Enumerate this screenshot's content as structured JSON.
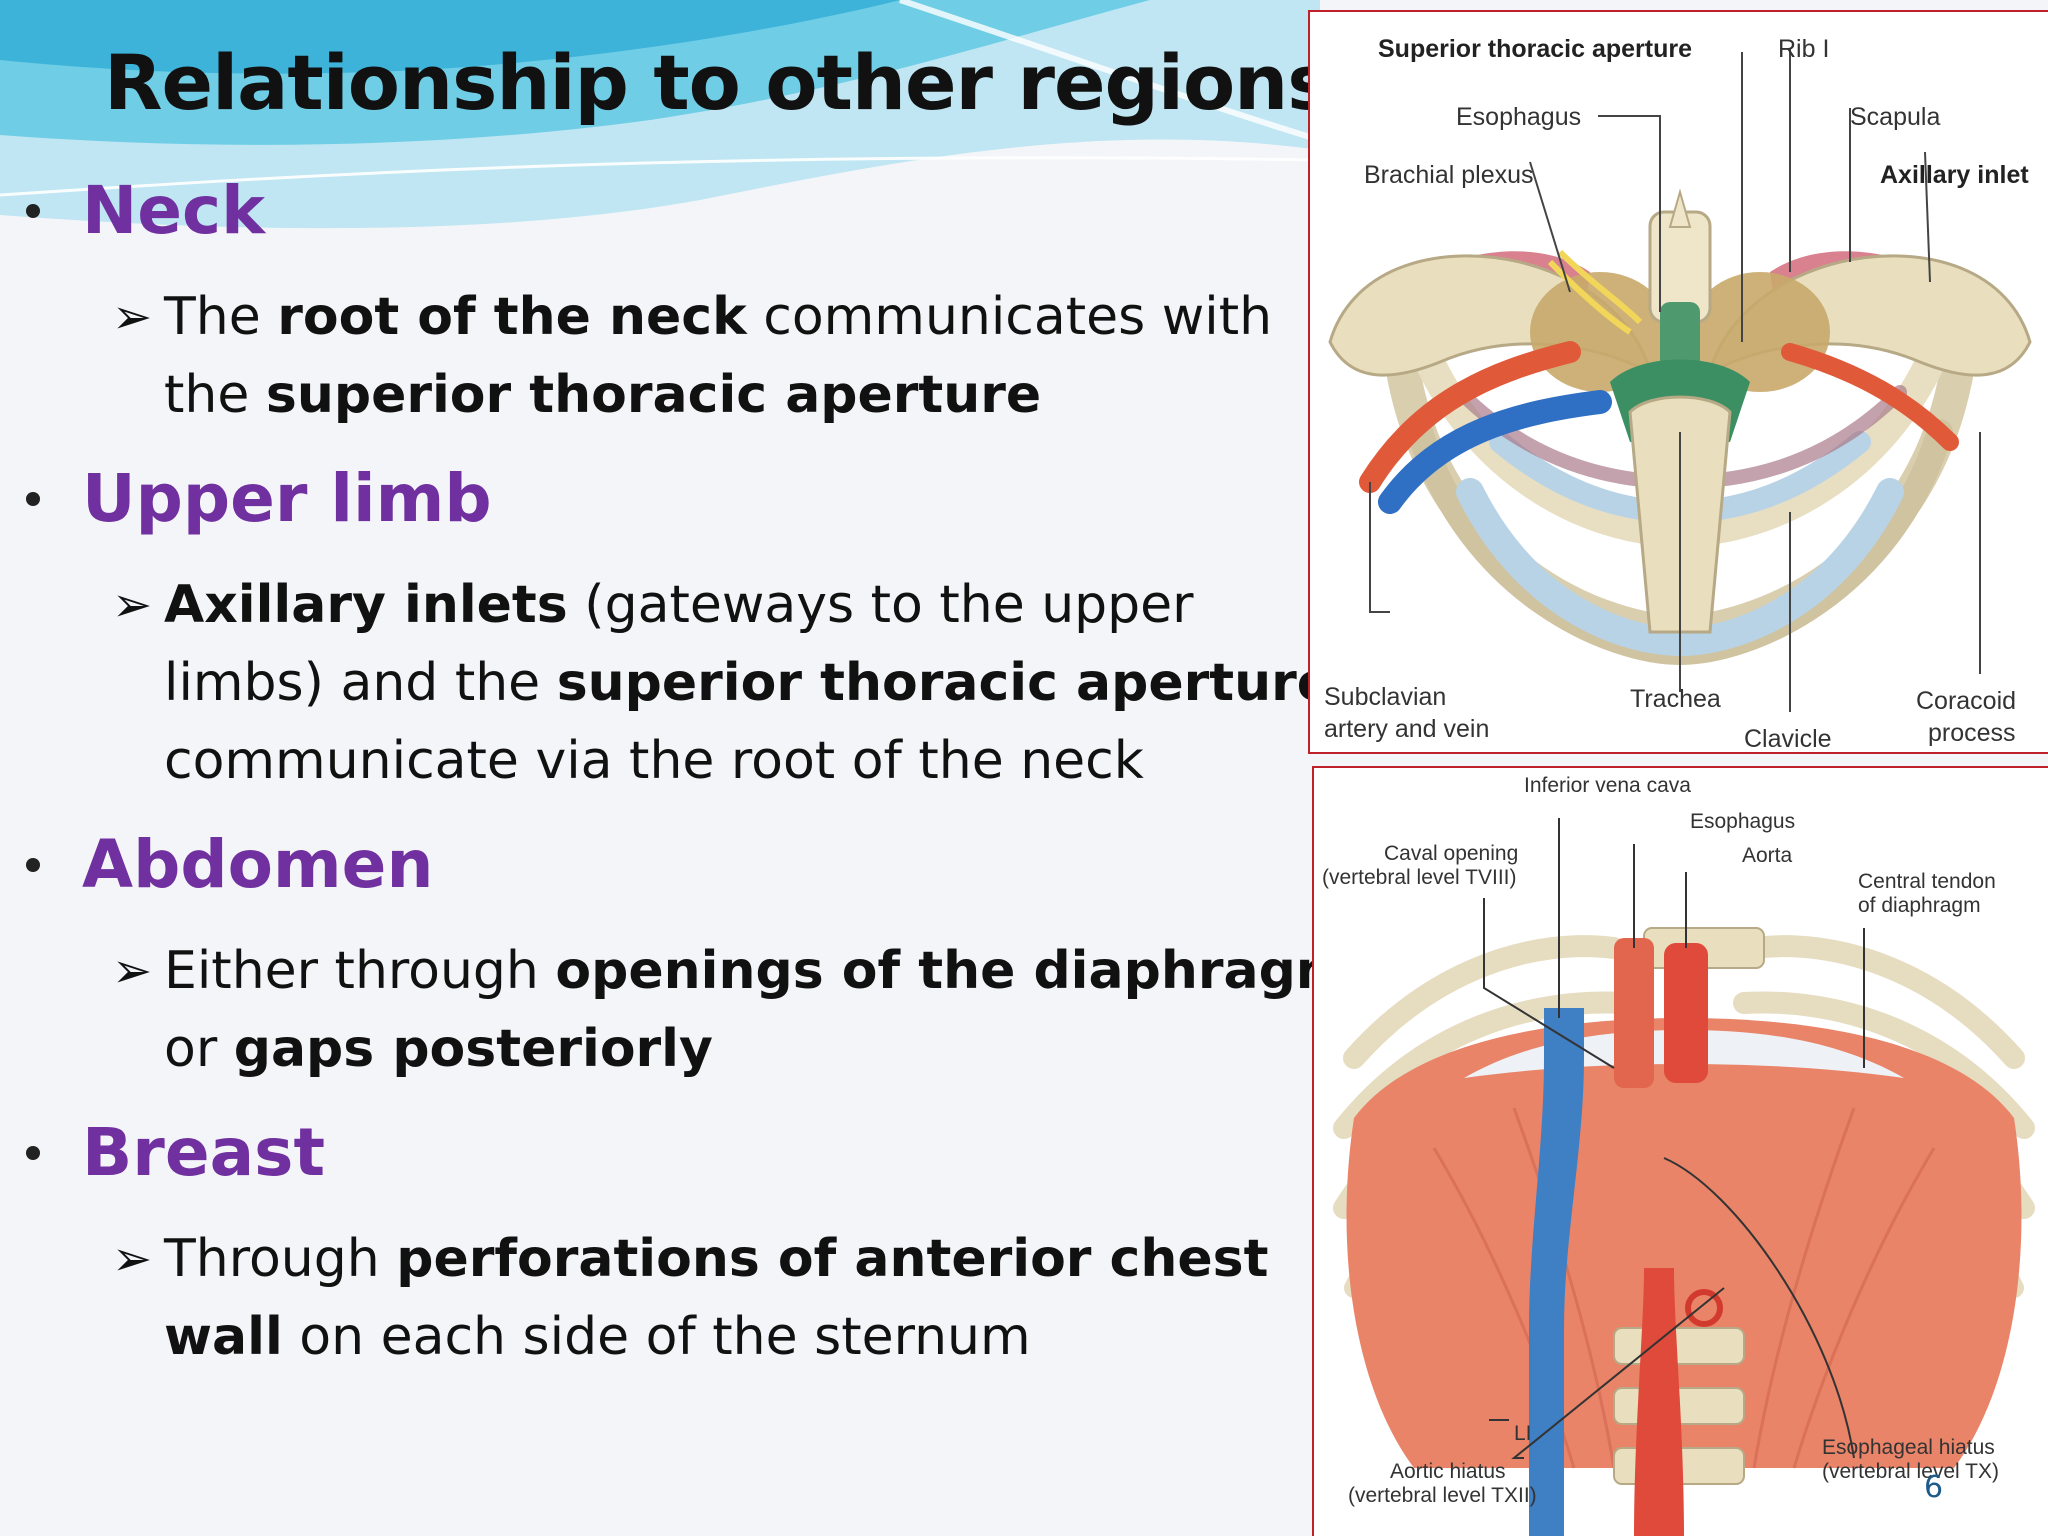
{
  "title": "Relationship to other regions",
  "page_number": "6",
  "colors": {
    "heading": "#7030a0",
    "text": "#111111",
    "frame": "#c0202a",
    "wave": "#5cc3e0"
  },
  "sections": [
    {
      "heading": "Neck",
      "items": [
        [
          {
            "t": "The ",
            "b": false
          },
          {
            "t": "root of the neck",
            "b": true
          },
          {
            "t": " communicates with the ",
            "b": false
          },
          {
            "t": "superior thoracic aperture",
            "b": true
          }
        ]
      ]
    },
    {
      "heading": "Upper limb",
      "items": [
        [
          {
            "t": "Axillary inlets",
            "b": true
          },
          {
            "t": " (gateways to the upper limbs) and the ",
            "b": false
          },
          {
            "t": "superior thoracic aperture",
            "b": true
          },
          {
            "t": " communicate via the root of the neck",
            "b": false
          }
        ]
      ]
    },
    {
      "heading": "Abdomen",
      "items": [
        [
          {
            "t": "Either through ",
            "b": false
          },
          {
            "t": "openings of the diaphragm",
            "b": true
          },
          {
            "t": " or ",
            "b": false
          },
          {
            "t": "gaps posteriorly",
            "b": true
          }
        ]
      ]
    },
    {
      "heading": "Breast",
      "items": [
        [
          {
            "t": "Through ",
            "b": false
          },
          {
            "t": "perforations of anterior chest wall",
            "b": true
          },
          {
            "t": " on each side of the sternum",
            "b": false
          }
        ]
      ]
    }
  ],
  "figure_top": {
    "labels": {
      "superior_thoracic_aperture": "Superior thoracic aperture",
      "rib_1": "Rib I",
      "esophagus": "Esophagus",
      "scapula": "Scapula",
      "brachial_plexus": "Brachial plexus",
      "axillary_inlet": "Axillary inlet",
      "subclavian_1": "Subclavian",
      "subclavian_2": "artery and vein",
      "trachea": "Trachea",
      "clavicle": "Clavicle",
      "coracoid_1": "Coracoid",
      "coracoid_2": "process"
    }
  },
  "figure_bottom": {
    "labels": {
      "ivc": "Inferior vena cava",
      "esophagus": "Esophagus",
      "aorta": "Aorta",
      "caval_1": "Caval opening",
      "caval_2": "(vertebral level TVIII)",
      "central_1": "Central tendon",
      "central_2": "of diaphragm",
      "l1": "LI",
      "aortic_1": "Aortic hiatus",
      "aortic_2": "(vertebral level TXII)",
      "esoph_hiatus_1": "Esophageal hiatus",
      "esoph_hiatus_2": "(vertebral level TX)"
    }
  }
}
